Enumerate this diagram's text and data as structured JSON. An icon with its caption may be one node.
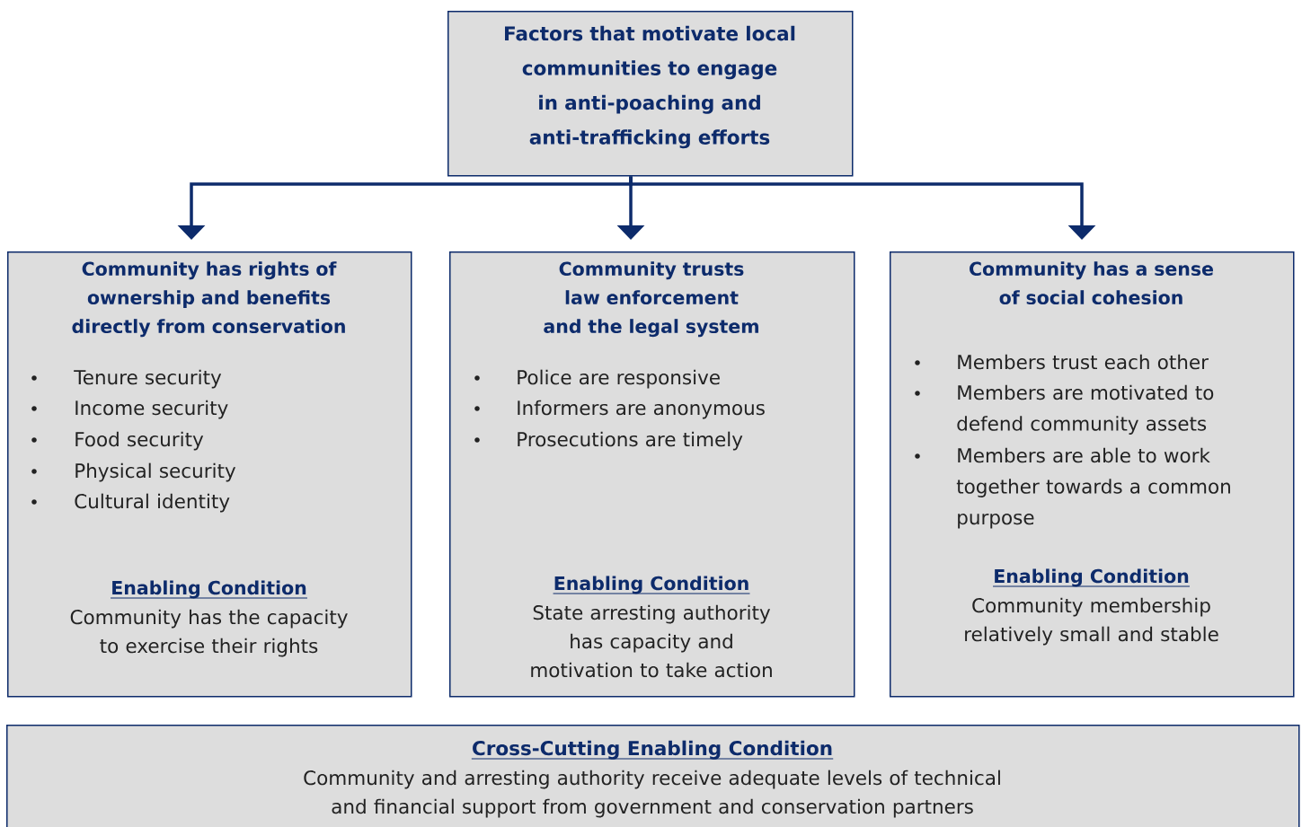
{
  "diagram": {
    "nodes": [
      {
        "text": [
          "Factors that motivate local communities to engage in anti-poaching and anti-trafficking efforts"
        ]
      },
      {
        "text": [
          "Community has rights of ownership and benefits directly from conservation",
          "Tenure security",
          "Income security",
          "Food security",
          "Physical security",
          "Cultural identity",
          "Enabling Condition",
          "Community has the capacity to exercise their rights"
        ]
      },
      {
        "text": [
          "Community trusts law enforcement and the legal system",
          "Police are responsive",
          "Informers are anonymous",
          "Prosecutions are timely",
          "Enabling Condition",
          "State arresting authority has capacity and motivation to take action"
        ]
      },
      {
        "text": [
          "Community has a sense of social cohesion",
          "Members trust each other",
          "Members are motivated to defend community assets",
          "Members are able to work together towards a common purpose",
          "Enabling Condition",
          "Community membership relatively small and stable"
        ]
      },
      {
        "text": [
          "Cross-Cutting Enabling Condition",
          "Community and arresting authority receive adequate levels of technical and financial support from government and conservation partners"
        ]
      }
    ],
    "edges": [
      {
        "from": 0,
        "to": 1,
        "arrow": "to"
      },
      {
        "from": 0,
        "to": 2,
        "arrow": "to"
      },
      {
        "from": 0,
        "to": 3,
        "arrow": "to"
      }
    ]
  }
}
